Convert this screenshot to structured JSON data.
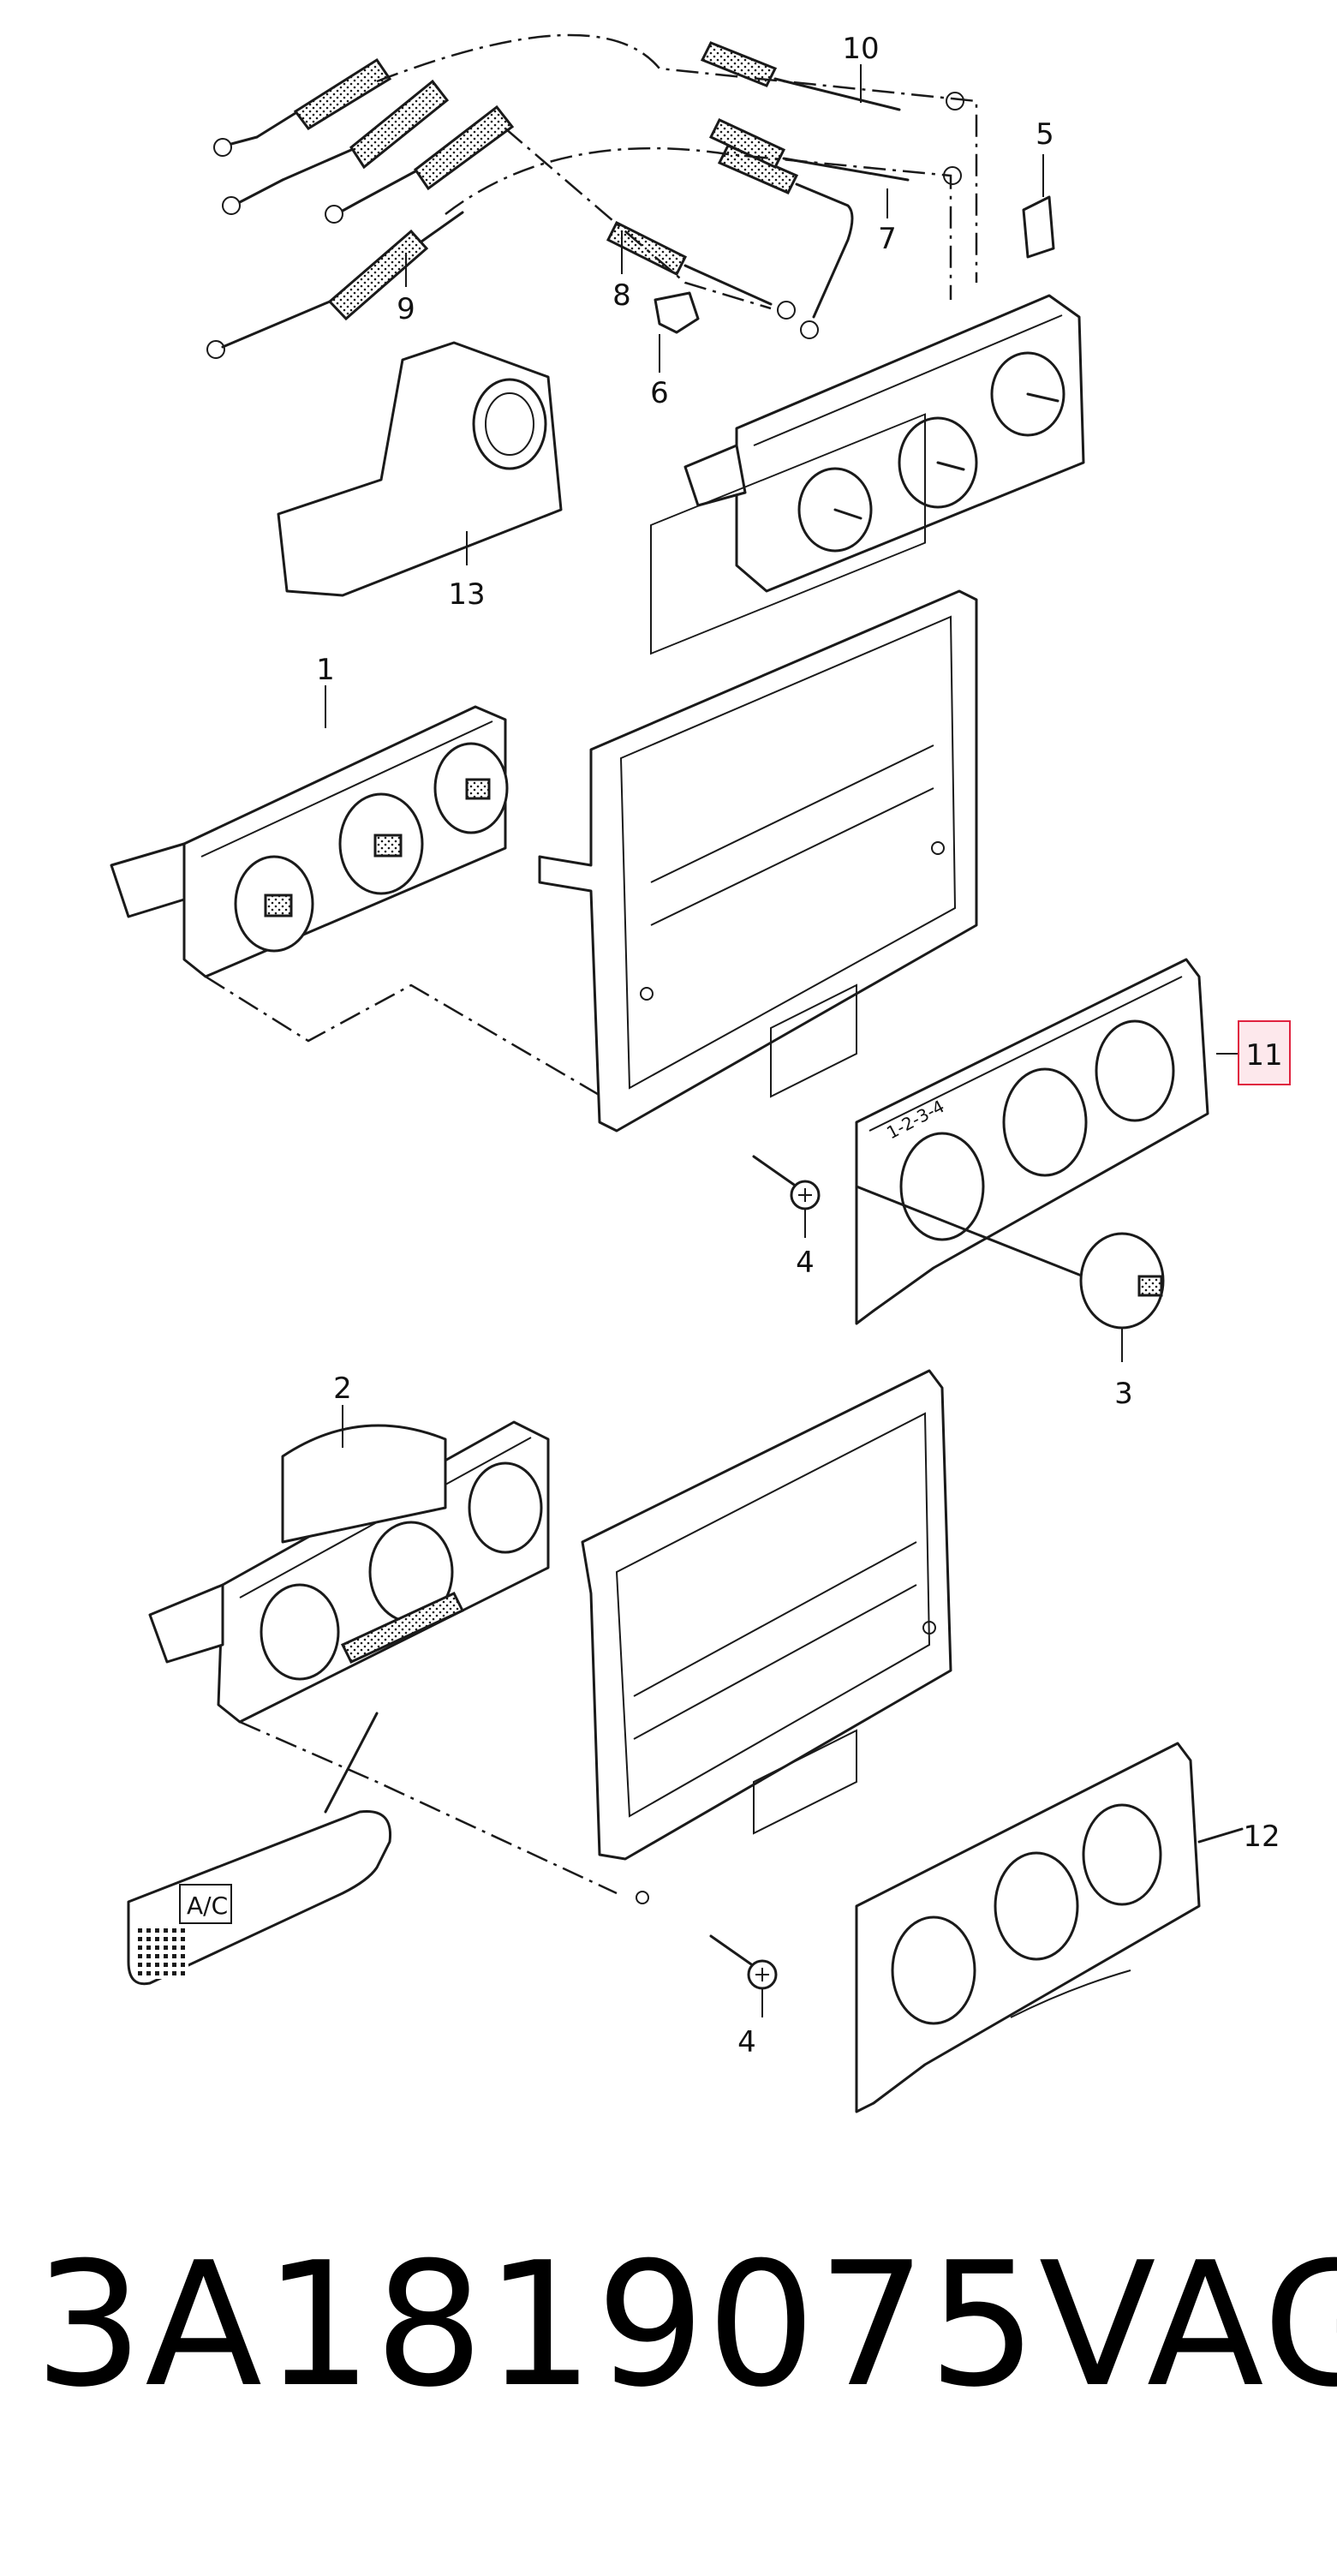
{
  "callouts": {
    "c1": "1",
    "c2": "2",
    "c3": "3",
    "c4a": "4",
    "c4b": "4",
    "c5": "5",
    "c6": "6",
    "c7": "7",
    "c8": "8",
    "c9": "9",
    "c10": "10",
    "c11": "11",
    "c12": "12",
    "c13": "13"
  },
  "panel_marks": {
    "fan_scale": "1-2-3-4",
    "ac_badge": "A/C"
  },
  "caption": {
    "part_number": "3A1819075",
    "brand": "VAG"
  },
  "colors": {
    "highlight_border": "#e0223f",
    "highlight_fill": "#fde8ec",
    "line": "#1a1a1a"
  }
}
